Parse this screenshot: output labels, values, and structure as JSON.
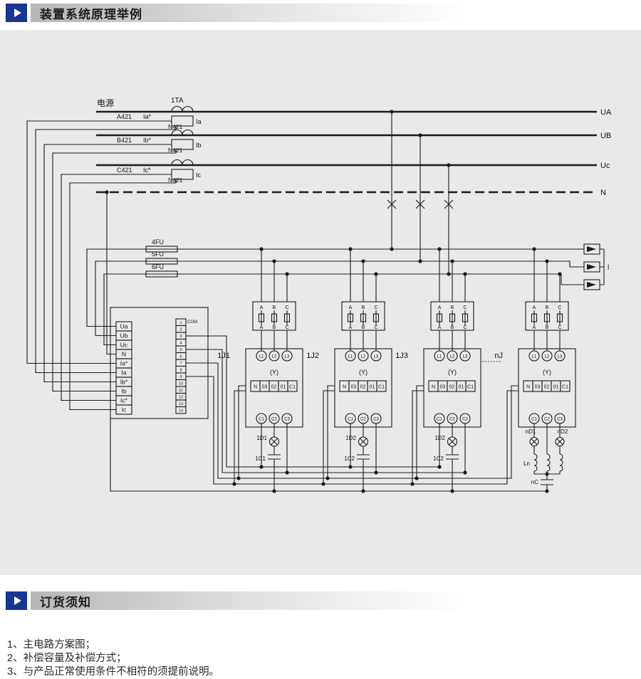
{
  "header1": {
    "title": "装置系统原理举例"
  },
  "header2": {
    "title": "订货须知"
  },
  "notes": [
    "1、主电路方案图；",
    "2、补偿容量及补偿方式；",
    "3、与产品正常使用条件不相符的须提前说明。"
  ],
  "diagram": {
    "power": "电源",
    "ct": "1TA",
    "phases": [
      {
        "wire": "A421",
        "star": "Ia*",
        "neutral": "N421",
        "sec": "Ia",
        "bus": "UA"
      },
      {
        "wire": "B421",
        "star": "Ib*",
        "neutral": "N421",
        "sec": "Ib",
        "bus": "UB"
      },
      {
        "wire": "C421",
        "star": "Ic*",
        "neutral": "N421",
        "sec": "Ic",
        "bus": "Uc"
      }
    ],
    "neutral_bus": "N",
    "fuses": [
      "4FU",
      "5FU",
      "6FU"
    ],
    "terminals_left": [
      "Ua",
      "Ub",
      "Uc",
      "N",
      "Ia*",
      "Ia",
      "Ib*",
      "Ib",
      "Ic*",
      "Ic"
    ],
    "terminals_right_label": "COM",
    "terminals_right": [
      "1",
      "2",
      "3",
      "4",
      "5",
      "6",
      "7",
      "8",
      "9",
      "10",
      "11",
      "12",
      "13",
      "14"
    ],
    "branch_letters": [
      "A",
      "B",
      "C"
    ],
    "unit_in": [
      "L1",
      "L2",
      "L3"
    ],
    "unit_out": [
      "C1",
      "C2",
      "C3"
    ],
    "unit_row": [
      "N",
      "03",
      "02",
      "01",
      "C1"
    ],
    "unit_star": "(Y)",
    "units": [
      {
        "name": "1J1",
        "lamp": "1D1",
        "cap": "1C1"
      },
      {
        "name": "1J2",
        "lamp": "1D2",
        "cap": "1C2"
      },
      {
        "name": "1J3",
        "lamp": "1D2",
        "cap": "1C2"
      },
      {
        "name": "nJ",
        "lamp1": "nD1",
        "lamp2": "nD2",
        "ind": "Ln",
        "cap": "nC"
      }
    ],
    "continuation": "·······",
    "meter_label": "l"
  }
}
